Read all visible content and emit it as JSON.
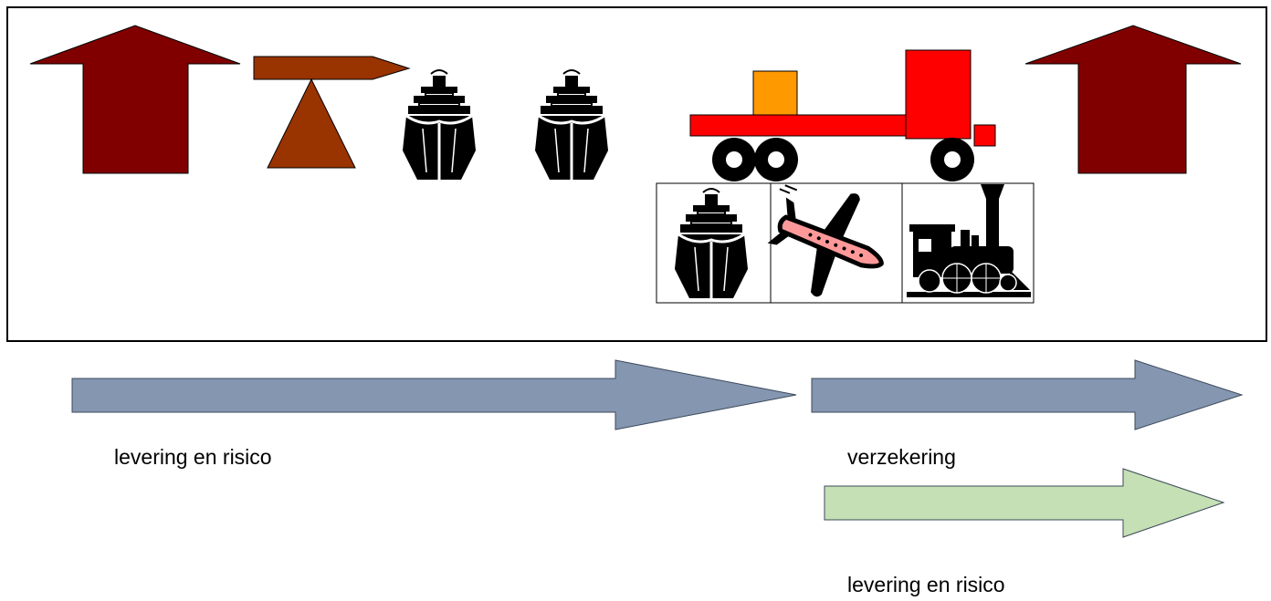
{
  "labels": {
    "seller_delivery_risk": "levering en risico",
    "insurance": "verzekering",
    "buyer_delivery_risk": "levering en risico"
  },
  "icons": {
    "seller_warehouse": "up-arrow-icon",
    "port_crane": "crane-icon",
    "ship_1": "ship-icon",
    "ship_2": "ship-icon",
    "truck": "truck-icon",
    "transport_ship": "ship-icon",
    "transport_plane": "airplane-icon",
    "transport_train": "train-icon",
    "buyer_warehouse": "up-arrow-icon"
  },
  "colors": {
    "warehouse_arrow": "#800000",
    "crane": "#993300",
    "truck_body": "#ff0000",
    "truck_cargo": "#ff9900",
    "flow_arrow_blue": "#8496b0",
    "flow_arrow_green": "#c5e0b4"
  }
}
